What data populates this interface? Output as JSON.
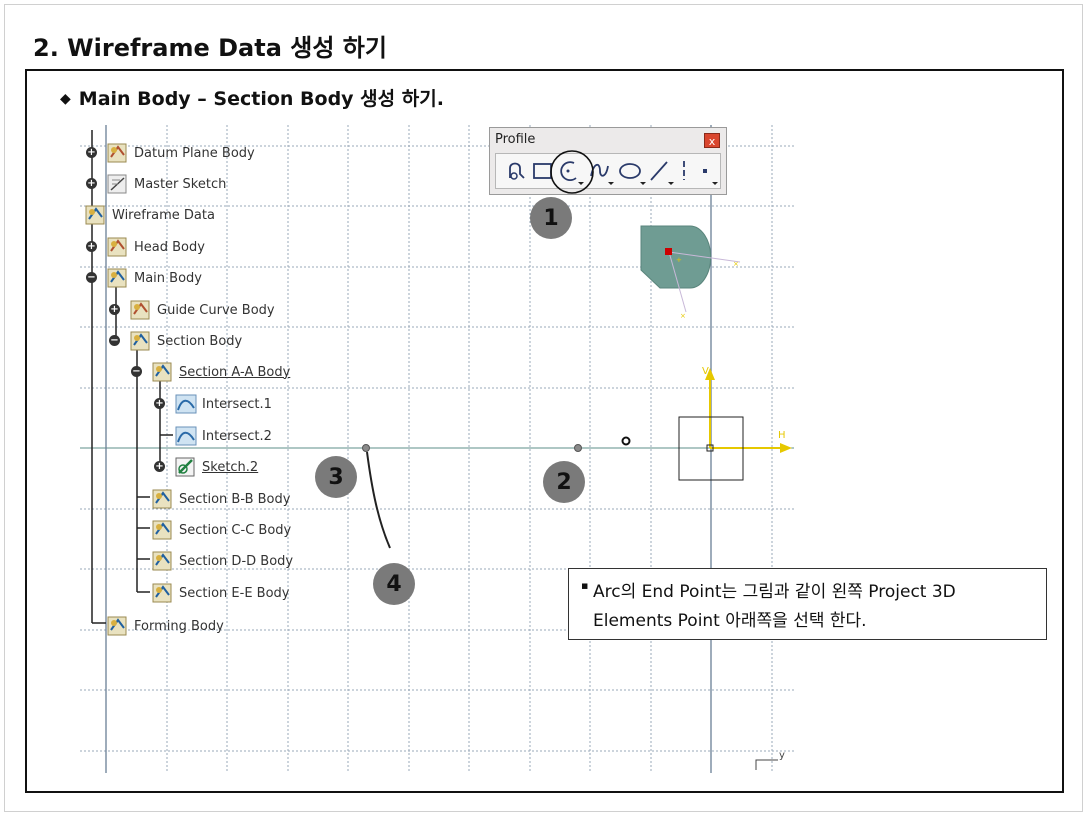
{
  "slide": {
    "title": "2. Wireframe Data 생성 하기",
    "subtitle": "Main Body – Section Body 생성 하기."
  },
  "tree": [
    {
      "label": "Datum Plane Body",
      "toggle": "+"
    },
    {
      "label": "Master Sketch",
      "toggle": "+"
    },
    {
      "label": "Wireframe Data",
      "toggle": ""
    },
    {
      "label": "Head Body",
      "toggle": "+"
    },
    {
      "label": "Main Body",
      "toggle": "−"
    },
    {
      "label": "Guide Curve Body",
      "toggle": "+"
    },
    {
      "label": "Section Body",
      "toggle": "−"
    },
    {
      "label": "Section A-A Body",
      "toggle": "−"
    },
    {
      "label": "Intersect.1",
      "toggle": "+"
    },
    {
      "label": "Intersect.2",
      "toggle": ""
    },
    {
      "label": "Sketch.2",
      "toggle": "+"
    },
    {
      "label": "Section B-B Body",
      "toggle": ""
    },
    {
      "label": "Section C-C Body",
      "toggle": ""
    },
    {
      "label": "Section D-D Body",
      "toggle": ""
    },
    {
      "label": "Section E-E Body",
      "toggle": ""
    },
    {
      "label": "Forming Body",
      "toggle": ""
    }
  ],
  "toolbar": {
    "title": "Profile",
    "close": "x",
    "tools": [
      "profile-icon",
      "rectangle-icon",
      "arc-icon",
      "spline-icon",
      "ellipse-icon",
      "line-icon",
      "axis-icon",
      "point-icon"
    ]
  },
  "steps": [
    "1",
    "2",
    "3",
    "4"
  ],
  "axes": {
    "v": "V",
    "h": "H",
    "y": "y"
  },
  "note": {
    "bullet": "▪",
    "text": "Arc의 End Point는 그림과 같이 왼쪽 Project 3D Elements Point 아래쪽을 선택 한다."
  },
  "colors": {
    "axis": "#e6c800",
    "shape": "#6f9c93",
    "origin": "#cc0000",
    "badge": "#7a7a7a"
  }
}
